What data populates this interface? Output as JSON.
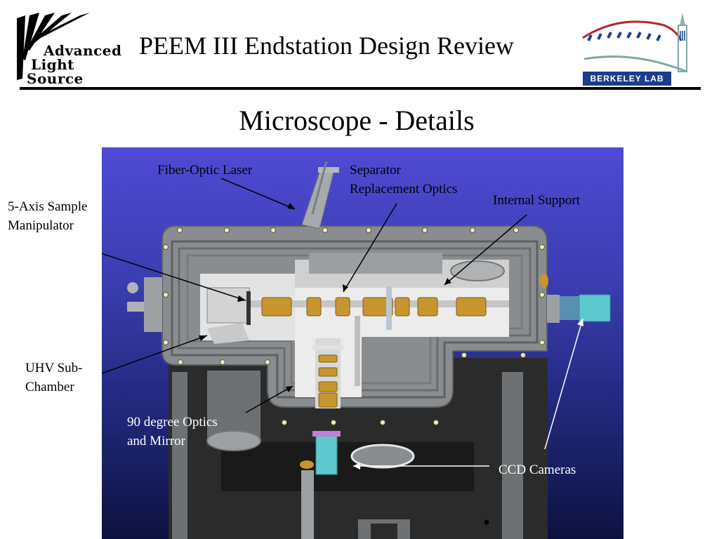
{
  "header": {
    "title": "PEEM III Endstation Design Review",
    "als_logo": {
      "line1": "Advanced",
      "line2": "Light",
      "line3": "Source"
    },
    "lbl_logo": {
      "wordmark": "BERKELEY LAB",
      "icon": "campanile-icon"
    }
  },
  "slide": {
    "title": "Microscope - Details"
  },
  "callouts": {
    "fiber_optic_laser": "Fiber-Optic Laser",
    "separator_line1": "Separator",
    "separator_line2": "Replacement Optics",
    "internal_support": "Internal Support",
    "sample_line1": "5-Axis Sample",
    "sample_line2": "Manipulator",
    "uhv_line1": "UHV Sub-",
    "uhv_line2": "Chamber",
    "optics_line1": "90 degree Optics",
    "optics_line2": "and Mirror",
    "ccd": "CCD Cameras"
  },
  "colors": {
    "brass": "#c8962e",
    "chamber_gray": "#8a8d8f",
    "interior": "#e9e9e9",
    "camera_cyan": "#5ec8cf",
    "lbl_red": "#b22a2a",
    "lbl_blue": "#1a3e8c"
  }
}
